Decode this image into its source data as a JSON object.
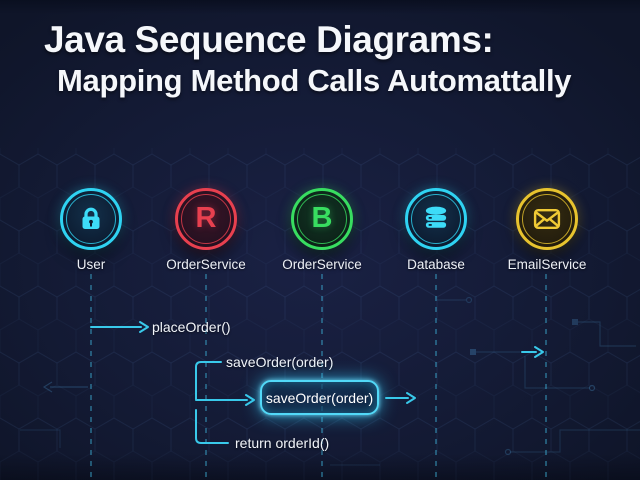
{
  "title": {
    "line1": "Java Sequence Diagrams:",
    "line2": "Mapping Method Calls Automattally"
  },
  "actors": [
    {
      "label": "User",
      "icon": "lock-icon",
      "accent": "#2fd3f2"
    },
    {
      "label": "OrderService",
      "icon": "r-logo-icon",
      "glyph": "R",
      "accent": "#e8404f"
    },
    {
      "label": "OrderService",
      "icon": "b-logo-icon",
      "glyph": "B",
      "accent": "#38dd60"
    },
    {
      "label": "Database",
      "icon": "database-icon",
      "accent": "#2fd3f2"
    },
    {
      "label": "EmailService",
      "icon": "envelope-icon",
      "accent": "#e7c32e"
    }
  ],
  "sequence": {
    "m1": "placeOrder()",
    "m2": "saveOrder(order)",
    "box": "saveOrder(order)",
    "m3": "return orderId()"
  },
  "colors": {
    "background": "#121a33",
    "arrow": "#39c9ea",
    "lifeline": "#3fb6dc",
    "box_glow": "#35d0f4",
    "text": "#f2f5fa"
  }
}
